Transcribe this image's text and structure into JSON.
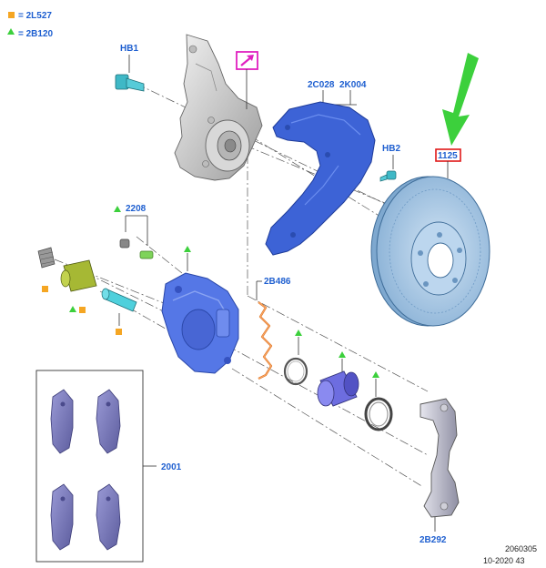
{
  "legend": [
    {
      "symbol": "square",
      "color": "#f5a623",
      "text": "= 2L527"
    },
    {
      "symbol": "triangle",
      "color": "#3cd03c",
      "text": "= 2B120"
    }
  ],
  "labels": {
    "hb1": "HB1",
    "shield_a": "2C028",
    "shield_b": "2K004",
    "hb2": "HB2",
    "rotor": "1125",
    "bleeder": "2208",
    "wear_sensor": "2B486",
    "pads": "2001",
    "bracket": "2B292"
  },
  "footer": {
    "line1": "2060305",
    "line2": "10-2020 43"
  },
  "colors": {
    "label_blue": "#1e5fd0",
    "caliper_blue": "#5577e6",
    "shield_blue": "#3d63d6",
    "rotor_blue": "#a8c8e6",
    "highlight_magenta": "#e020c0",
    "highlight_red": "#e01818",
    "arrow_green": "#3cd03c"
  },
  "icons": {
    "reference_icon": "arrow-link-icon"
  }
}
